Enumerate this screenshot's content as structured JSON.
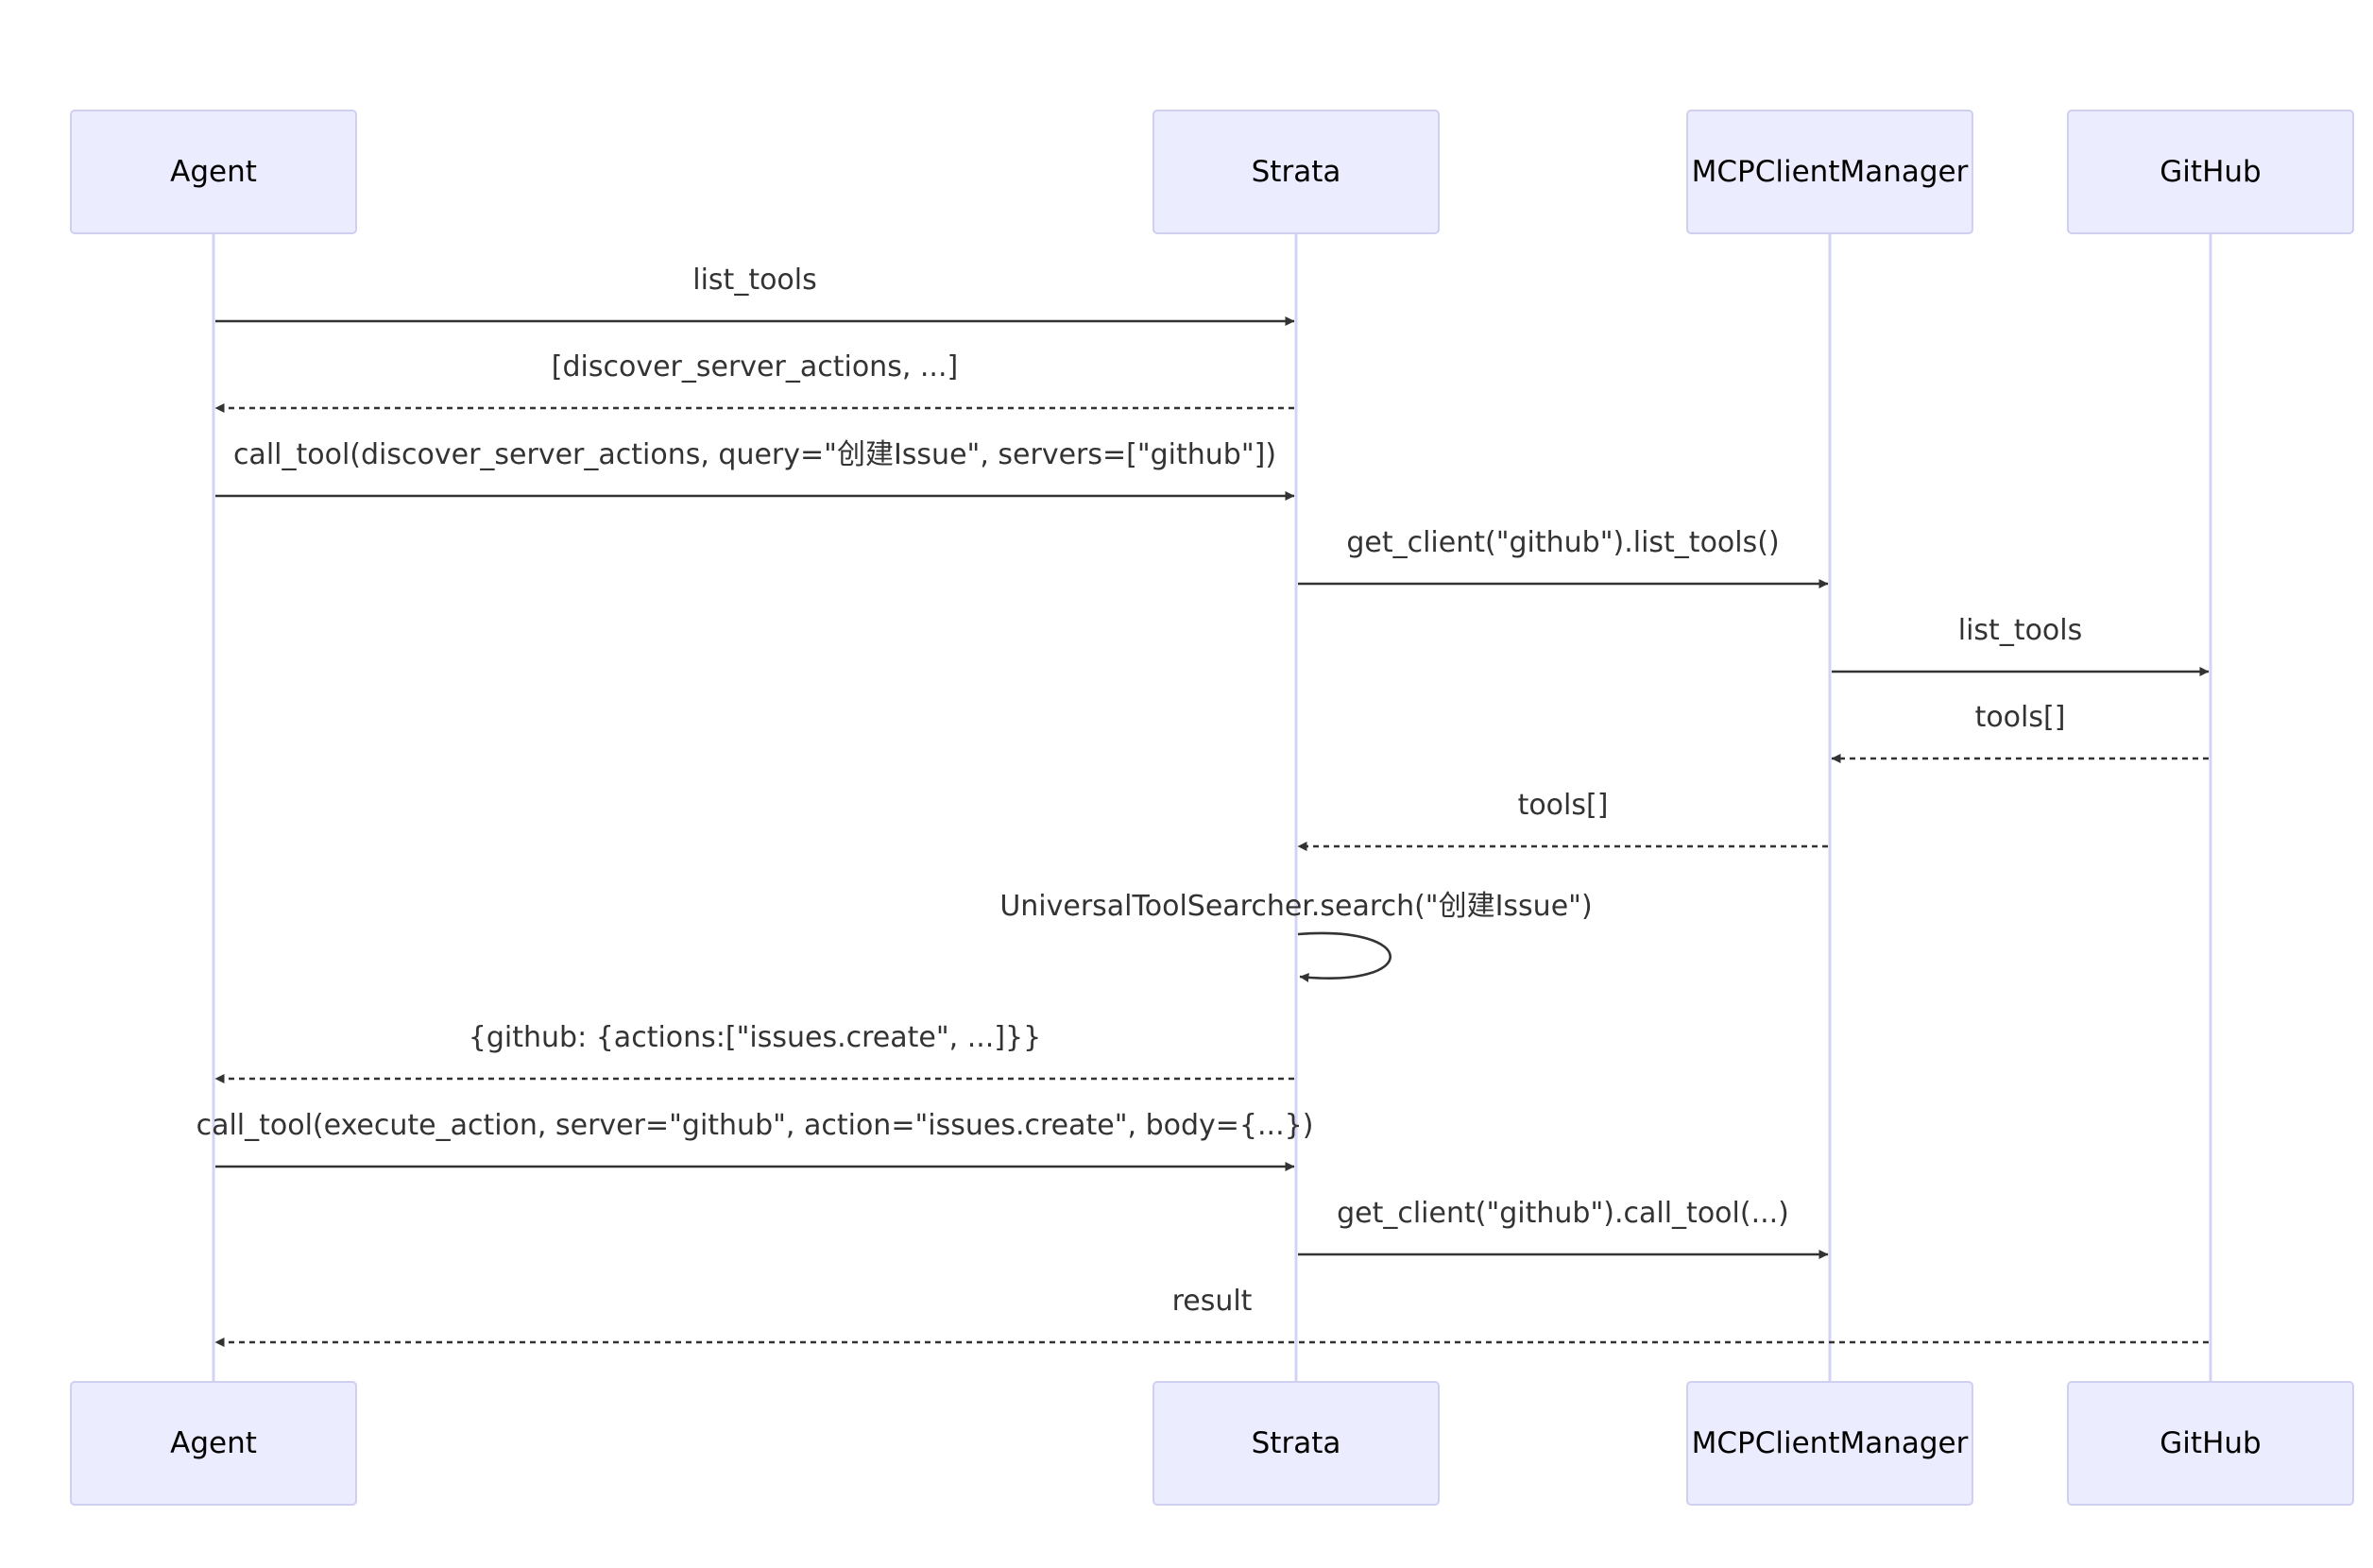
{
  "diagram": {
    "type": "sequence",
    "participants": [
      {
        "id": "agent",
        "label": "Agent"
      },
      {
        "id": "strata",
        "label": "Strata"
      },
      {
        "id": "mcp",
        "label": "MCPClientManager"
      },
      {
        "id": "github",
        "label": "GitHub"
      }
    ],
    "messages": [
      {
        "from": "agent",
        "to": "strata",
        "style": "solid",
        "label": "list_tools"
      },
      {
        "from": "strata",
        "to": "agent",
        "style": "dashed",
        "label": "[discover_server_actions, ...]"
      },
      {
        "from": "agent",
        "to": "strata",
        "style": "solid",
        "label": "call_tool(discover_server_actions, query=\"创建Issue\", servers=[\"github\"])"
      },
      {
        "from": "strata",
        "to": "mcp",
        "style": "solid",
        "label": "get_client(\"github\").list_tools()"
      },
      {
        "from": "mcp",
        "to": "github",
        "style": "solid",
        "label": "list_tools"
      },
      {
        "from": "github",
        "to": "mcp",
        "style": "dashed",
        "label": "tools[]"
      },
      {
        "from": "mcp",
        "to": "strata",
        "style": "dashed",
        "label": "tools[]"
      },
      {
        "from": "strata",
        "to": "strata",
        "style": "solid",
        "label": "UniversalToolSearcher.search(\"创建Issue\")"
      },
      {
        "from": "strata",
        "to": "agent",
        "style": "dashed",
        "label": "{github: {actions:[\"issues.create\", ...]}}"
      },
      {
        "from": "agent",
        "to": "strata",
        "style": "solid",
        "label": "call_tool(execute_action, server=\"github\", action=\"issues.create\", body={...})"
      },
      {
        "from": "strata",
        "to": "mcp",
        "style": "solid",
        "label": "get_client(\"github\").call_tool(...)"
      },
      {
        "from": "github",
        "to": "agent",
        "style": "dashed",
        "label": "result"
      }
    ],
    "colors": {
      "actor_fill": "#ececff",
      "actor_border": "#cfcff0",
      "lifeline": "#d3d3f5",
      "message": "#333333"
    }
  }
}
